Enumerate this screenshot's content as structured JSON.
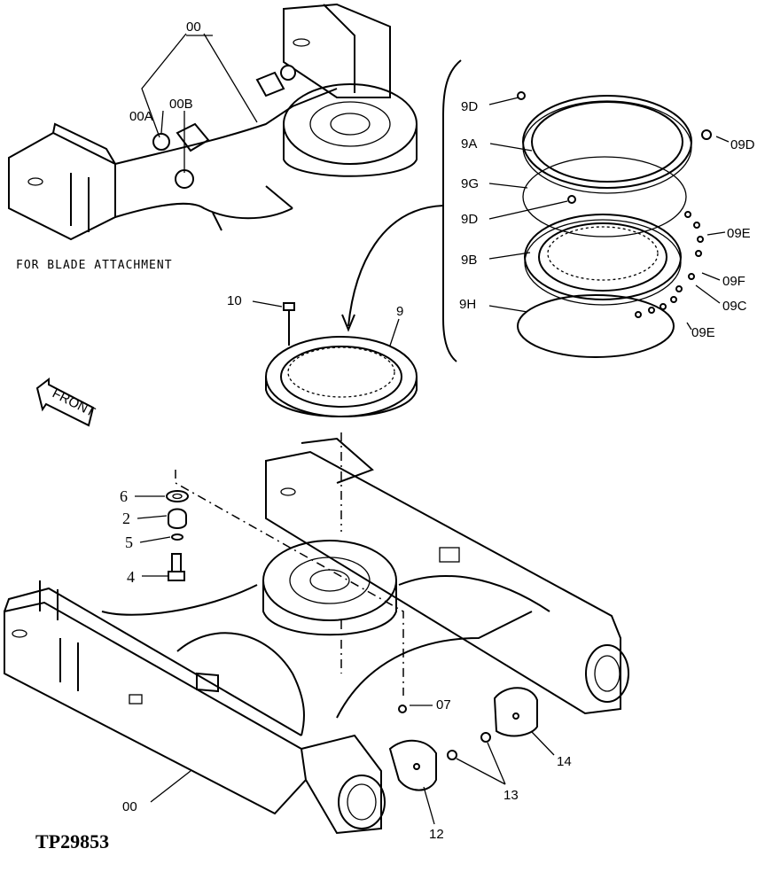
{
  "drawing_id": "TP29853",
  "blade_note": "FOR BLADE ATTACHMENT",
  "front_arrow": "FRONT",
  "callouts": {
    "c_00_top": "00",
    "c_00a": "00A",
    "c_00b": "00B",
    "c_9d_top": "9D",
    "c_9a": "9A",
    "c_09d": "09D",
    "c_9g": "9G",
    "c_9d_mid": "9D",
    "c_09e_top": "09E",
    "c_9b": "9B",
    "c_09f": "09F",
    "c_09c": "09C",
    "c_9h": "9H",
    "c_09e_bot": "09E",
    "c_10": "10",
    "c_9": "9",
    "c_6": "6",
    "c_2": "2",
    "c_5": "5",
    "c_4": "4",
    "c_07": "07",
    "c_14": "14",
    "c_13": "13",
    "c_12": "12",
    "c_00_bot": "00"
  }
}
